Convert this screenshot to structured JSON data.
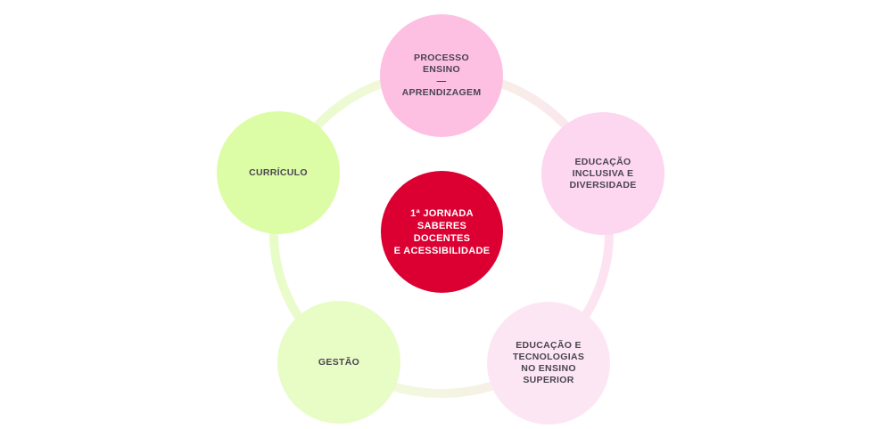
{
  "colors": {
    "center": "#dc0032",
    "pink_dark": "#fdc0e3",
    "pink_mid": "#fdd6ef",
    "pink_light": "#fde6f4",
    "green_dark": "#dcfca6",
    "green_light": "#e8fcc6",
    "text": "#4a4552"
  },
  "center": {
    "lines": [
      "1ª JORNADA",
      "SABERES DOCENTES",
      "E ACESSIBILIDADE"
    ]
  },
  "nodes": {
    "top": {
      "lines": [
        "PROCESSO",
        "ENSINO",
        "—",
        "APRENDIZAGEM"
      ]
    },
    "right": {
      "lines": [
        "EDUCAÇÃO",
        "INCLUSIVA E",
        "DIVERSIDADE"
      ]
    },
    "bottom_right": {
      "lines": [
        "EDUCAÇÃO E",
        "TECNOLOGIAS",
        "NO ENSINO",
        "SUPERIOR"
      ]
    },
    "bottom_left": {
      "lines": [
        "GESTÃO"
      ]
    },
    "left": {
      "lines": [
        "CURRÍCULO"
      ]
    }
  }
}
